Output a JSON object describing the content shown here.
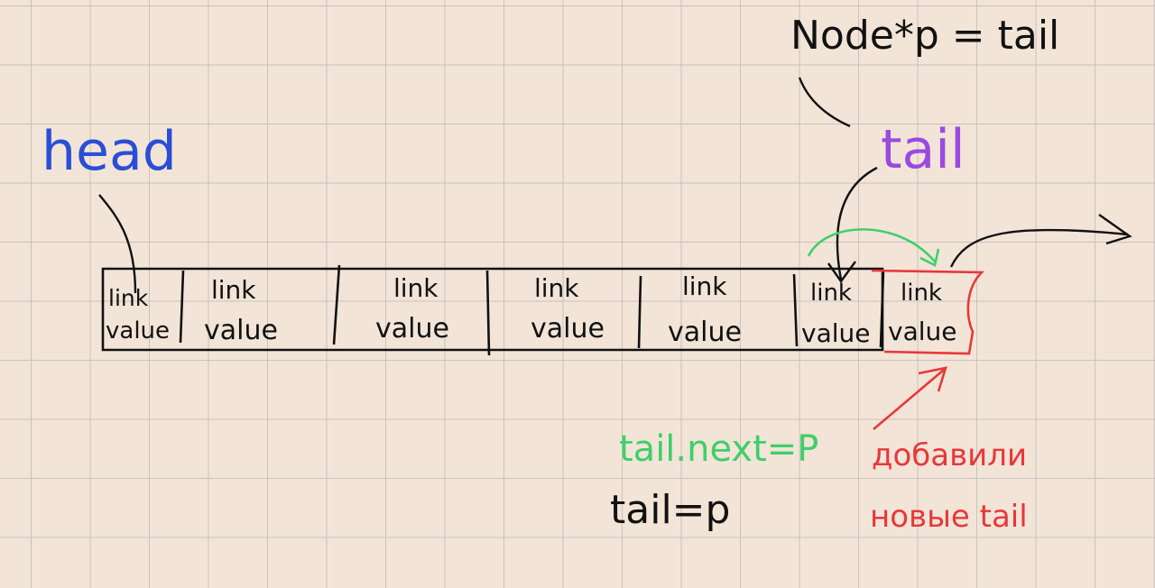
{
  "labels": {
    "head": "head",
    "tail": "tail",
    "node_decl": "Node*p = tail",
    "assign_next": "tail.next=P",
    "assign_tail": "tail=p",
    "note_line1": "добавили",
    "note_line2": "новые tail"
  },
  "cells": [
    {
      "link": "link",
      "value": "value"
    },
    {
      "link": "link",
      "value": "value"
    },
    {
      "link": "link",
      "value": "value"
    },
    {
      "link": "link",
      "value": "value"
    },
    {
      "link": "link",
      "value": "value"
    },
    {
      "link": "link",
      "value": "value"
    },
    {
      "link": "link",
      "value": "value"
    }
  ],
  "colors": {
    "background": "#f3e4d8",
    "grid": "#c9c2bc",
    "ink": "#111111",
    "head": "#2a4fd6",
    "tail": "#9a4ae0",
    "green": "#3fcf6a",
    "red": "#e8383a"
  }
}
